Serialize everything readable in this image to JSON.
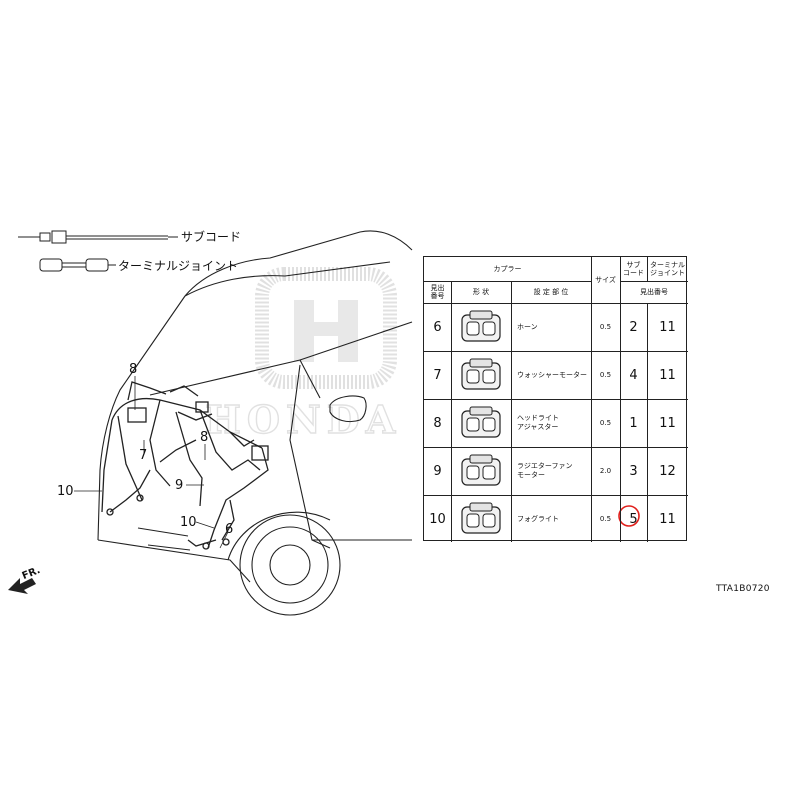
{
  "legend": {
    "sub_cord": "サブコード",
    "terminal_joint": "ターミナルジョイント"
  },
  "callouts": [
    "8",
    "7",
    "8",
    "9",
    "10",
    "10",
    "6"
  ],
  "front_marker": "FR.",
  "table": {
    "header_coupler": "カプラー",
    "header_sub_cord": "サブ\nコード",
    "header_terminal_joint": "ターミナル\nジョイント",
    "header_ref_no": "見出\n番号",
    "header_shape": "形 状",
    "header_location": "設 定 部 位",
    "header_size": "サイズ",
    "header_page_no": "見出番号",
    "rows": [
      {
        "ref": "6",
        "location": "ホーン",
        "size": "0.5",
        "sub": "2",
        "joint": "11",
        "circled": false
      },
      {
        "ref": "7",
        "location": "ウォッシャーモーター",
        "size": "0.5",
        "sub": "4",
        "joint": "11",
        "circled": false
      },
      {
        "ref": "8",
        "location": "ヘッドライト\nアジャスター",
        "size": "0.5",
        "sub": "1",
        "joint": "11",
        "circled": false
      },
      {
        "ref": "9",
        "location": "ラジエターファン\nモーター",
        "size": "2.0",
        "sub": "3",
        "joint": "12",
        "circled": false
      },
      {
        "ref": "10",
        "location": "フォグライト",
        "size": "0.5",
        "sub": "5",
        "joint": "11",
        "circled": true
      }
    ]
  },
  "watermark": "HONDA",
  "drawing_code": "TTA1B0720",
  "colors": {
    "circle_mark": "#e0201c",
    "line": "#222222",
    "watermark": "#cfcfcf"
  }
}
